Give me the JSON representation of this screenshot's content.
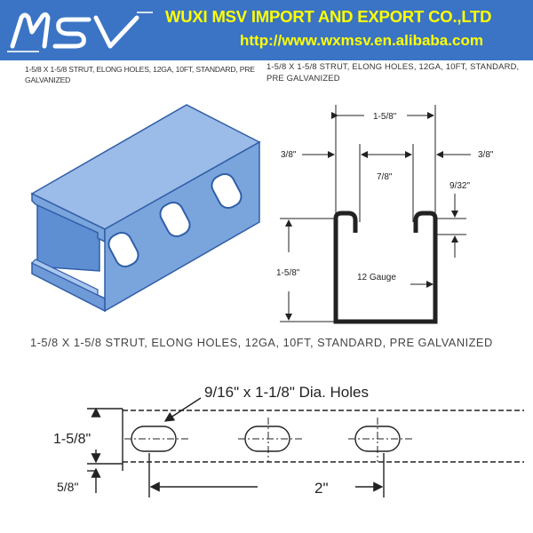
{
  "header": {
    "logo_text": "MSV",
    "company": "WUXI MSV IMPORT AND EXPORT CO.,LTD",
    "url": "http://www.wxmsv.en.alibaba.com"
  },
  "colors": {
    "header_bg": "#3b74c4",
    "header_text": "#ffff00",
    "strut_face": "#7aa4dc",
    "strut_light": "#a9c6ee",
    "strut_dark": "#4f7fc7",
    "strut_edge": "#2f5ea8"
  },
  "captions": {
    "iso": "1-5/8 X 1-5/8 STRUT, ELONG HOLES, 12GA, 10FT, STANDARD, PRE GALVANIZED",
    "section": "1-5/8 X 1-5/8 STRUT, ELONG HOLES, 12GA, 10FT, STANDARD, PRE GALVANIZED",
    "hole": "1-5/8 X 1-5/8 STRUT, ELONG HOLES, 12GA, 10FT, STANDARD, PRE GALVANIZED"
  },
  "section": {
    "width_label": "1-5/8\"",
    "left_flange": "3/8\"",
    "right_flange": "3/8\"",
    "slot_opening": "7/8\"",
    "lip": "9/32\"",
    "height_label": "1-5/8\"",
    "gauge": "12 Gauge"
  },
  "hole_detail": {
    "hole_label": "9/16\" x 1-1/8\" Dia. Holes",
    "height_label": "1-5/8\"",
    "offset_label": "5/8\"",
    "spacing_label": "2\""
  }
}
